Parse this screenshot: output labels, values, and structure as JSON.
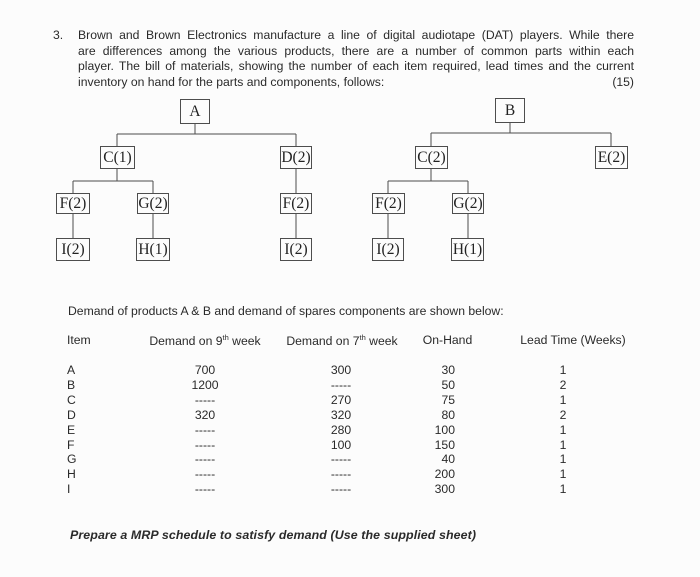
{
  "problem": {
    "number": "3.",
    "lines": [
      "Brown and Brown Electronics manufacture a line of digital audiotape (DAT) players. While there",
      "are differences among the various products, there are a number of common parts within each",
      "player. The bill of materials, showing the number of each item required, lead times and the current",
      "inventory on hand for the parts and components, follows:"
    ],
    "marks": "(15)"
  },
  "bom": {
    "tree_a": {
      "root": "A",
      "c": "C(1)",
      "d": "D(2)",
      "f1": "F(2)",
      "g": "G(2)",
      "f2": "F(2)",
      "i1": "I(2)",
      "h": "H(1)",
      "i2": "I(2)"
    },
    "tree_b": {
      "root": "B",
      "c": "C(2)",
      "e": "E(2)",
      "f": "F(2)",
      "g": "G(2)",
      "i": "I(2)",
      "h": "H(1)"
    }
  },
  "demand_note": "Demand of products A & B and demand of spares components are shown below:",
  "table": {
    "headers": {
      "item": "Item",
      "d9": {
        "pre": "Demand on 9",
        "sup": "th",
        "post": " week"
      },
      "d7": {
        "pre": "Demand on 7",
        "sup": "th",
        "post": " week"
      },
      "onhand": "On-Hand",
      "lead": "Lead Time (Weeks)"
    },
    "rows": [
      {
        "item": "A",
        "d9": "700",
        "d7": "300",
        "onhand": "30",
        "lead": "1"
      },
      {
        "item": "B",
        "d9": "1200",
        "d7": "-----",
        "onhand": "50",
        "lead": "2"
      },
      {
        "item": "C",
        "d9": "-----",
        "d7": "270",
        "onhand": "75",
        "lead": "1"
      },
      {
        "item": "D",
        "d9": "320",
        "d7": "320",
        "onhand": "80",
        "lead": "2"
      },
      {
        "item": "E",
        "d9": "-----",
        "d7": "280",
        "onhand": "100",
        "lead": "1"
      },
      {
        "item": "F",
        "d9": "-----",
        "d7": "100",
        "onhand": "150",
        "lead": "1"
      },
      {
        "item": "G",
        "d9": "-----",
        "d7": "-----",
        "onhand": "40",
        "lead": "1"
      },
      {
        "item": "H",
        "d9": "-----",
        "d7": "-----",
        "onhand": "200",
        "lead": "1"
      },
      {
        "item": "I",
        "d9": "-----",
        "d7": "-----",
        "onhand": "300",
        "lead": "1"
      }
    ]
  },
  "instruction": "Prepare a MRP schedule to satisfy demand (Use the supplied sheet)",
  "colors": {
    "ink": "#2a2a2a",
    "line": "#4d4d4d",
    "paper": "#fcfcfc"
  }
}
